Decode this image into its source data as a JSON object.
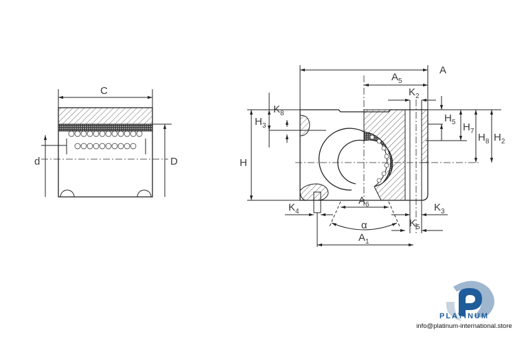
{
  "drawing": {
    "side_view_labels": {
      "C": {
        "base": "C",
        "sub": ""
      },
      "d": {
        "base": "d",
        "sub": ""
      },
      "D": {
        "base": "D",
        "sub": ""
      }
    },
    "front_view_labels": {
      "A": {
        "base": "A",
        "sub": ""
      },
      "A5": {
        "base": "A",
        "sub": "5"
      },
      "K2": {
        "base": "K",
        "sub": "2"
      },
      "K8": {
        "base": "K",
        "sub": "8"
      },
      "H3": {
        "base": "H",
        "sub": "3"
      },
      "H5": {
        "base": "H",
        "sub": "5"
      },
      "H7": {
        "base": "H",
        "sub": "7"
      },
      "H8": {
        "base": "H",
        "sub": "8"
      },
      "H2": {
        "base": "H",
        "sub": "2"
      },
      "H": {
        "base": "H",
        "sub": ""
      },
      "A6": {
        "base": "A",
        "sub": "6"
      },
      "K4": {
        "base": "K",
        "sub": "4"
      },
      "K3": {
        "base": "K",
        "sub": "3"
      },
      "alpha": {
        "base": "α",
        "sub": ""
      },
      "K5": {
        "base": "K",
        "sub": "5"
      },
      "A1": {
        "base": "A",
        "sub": "1"
      }
    }
  },
  "logo": {
    "name": "PLATINUM",
    "email": "info@platinum-international.store",
    "colors": {
      "primary": "#1f5c9a",
      "secondary": "#9fb6cf"
    }
  }
}
